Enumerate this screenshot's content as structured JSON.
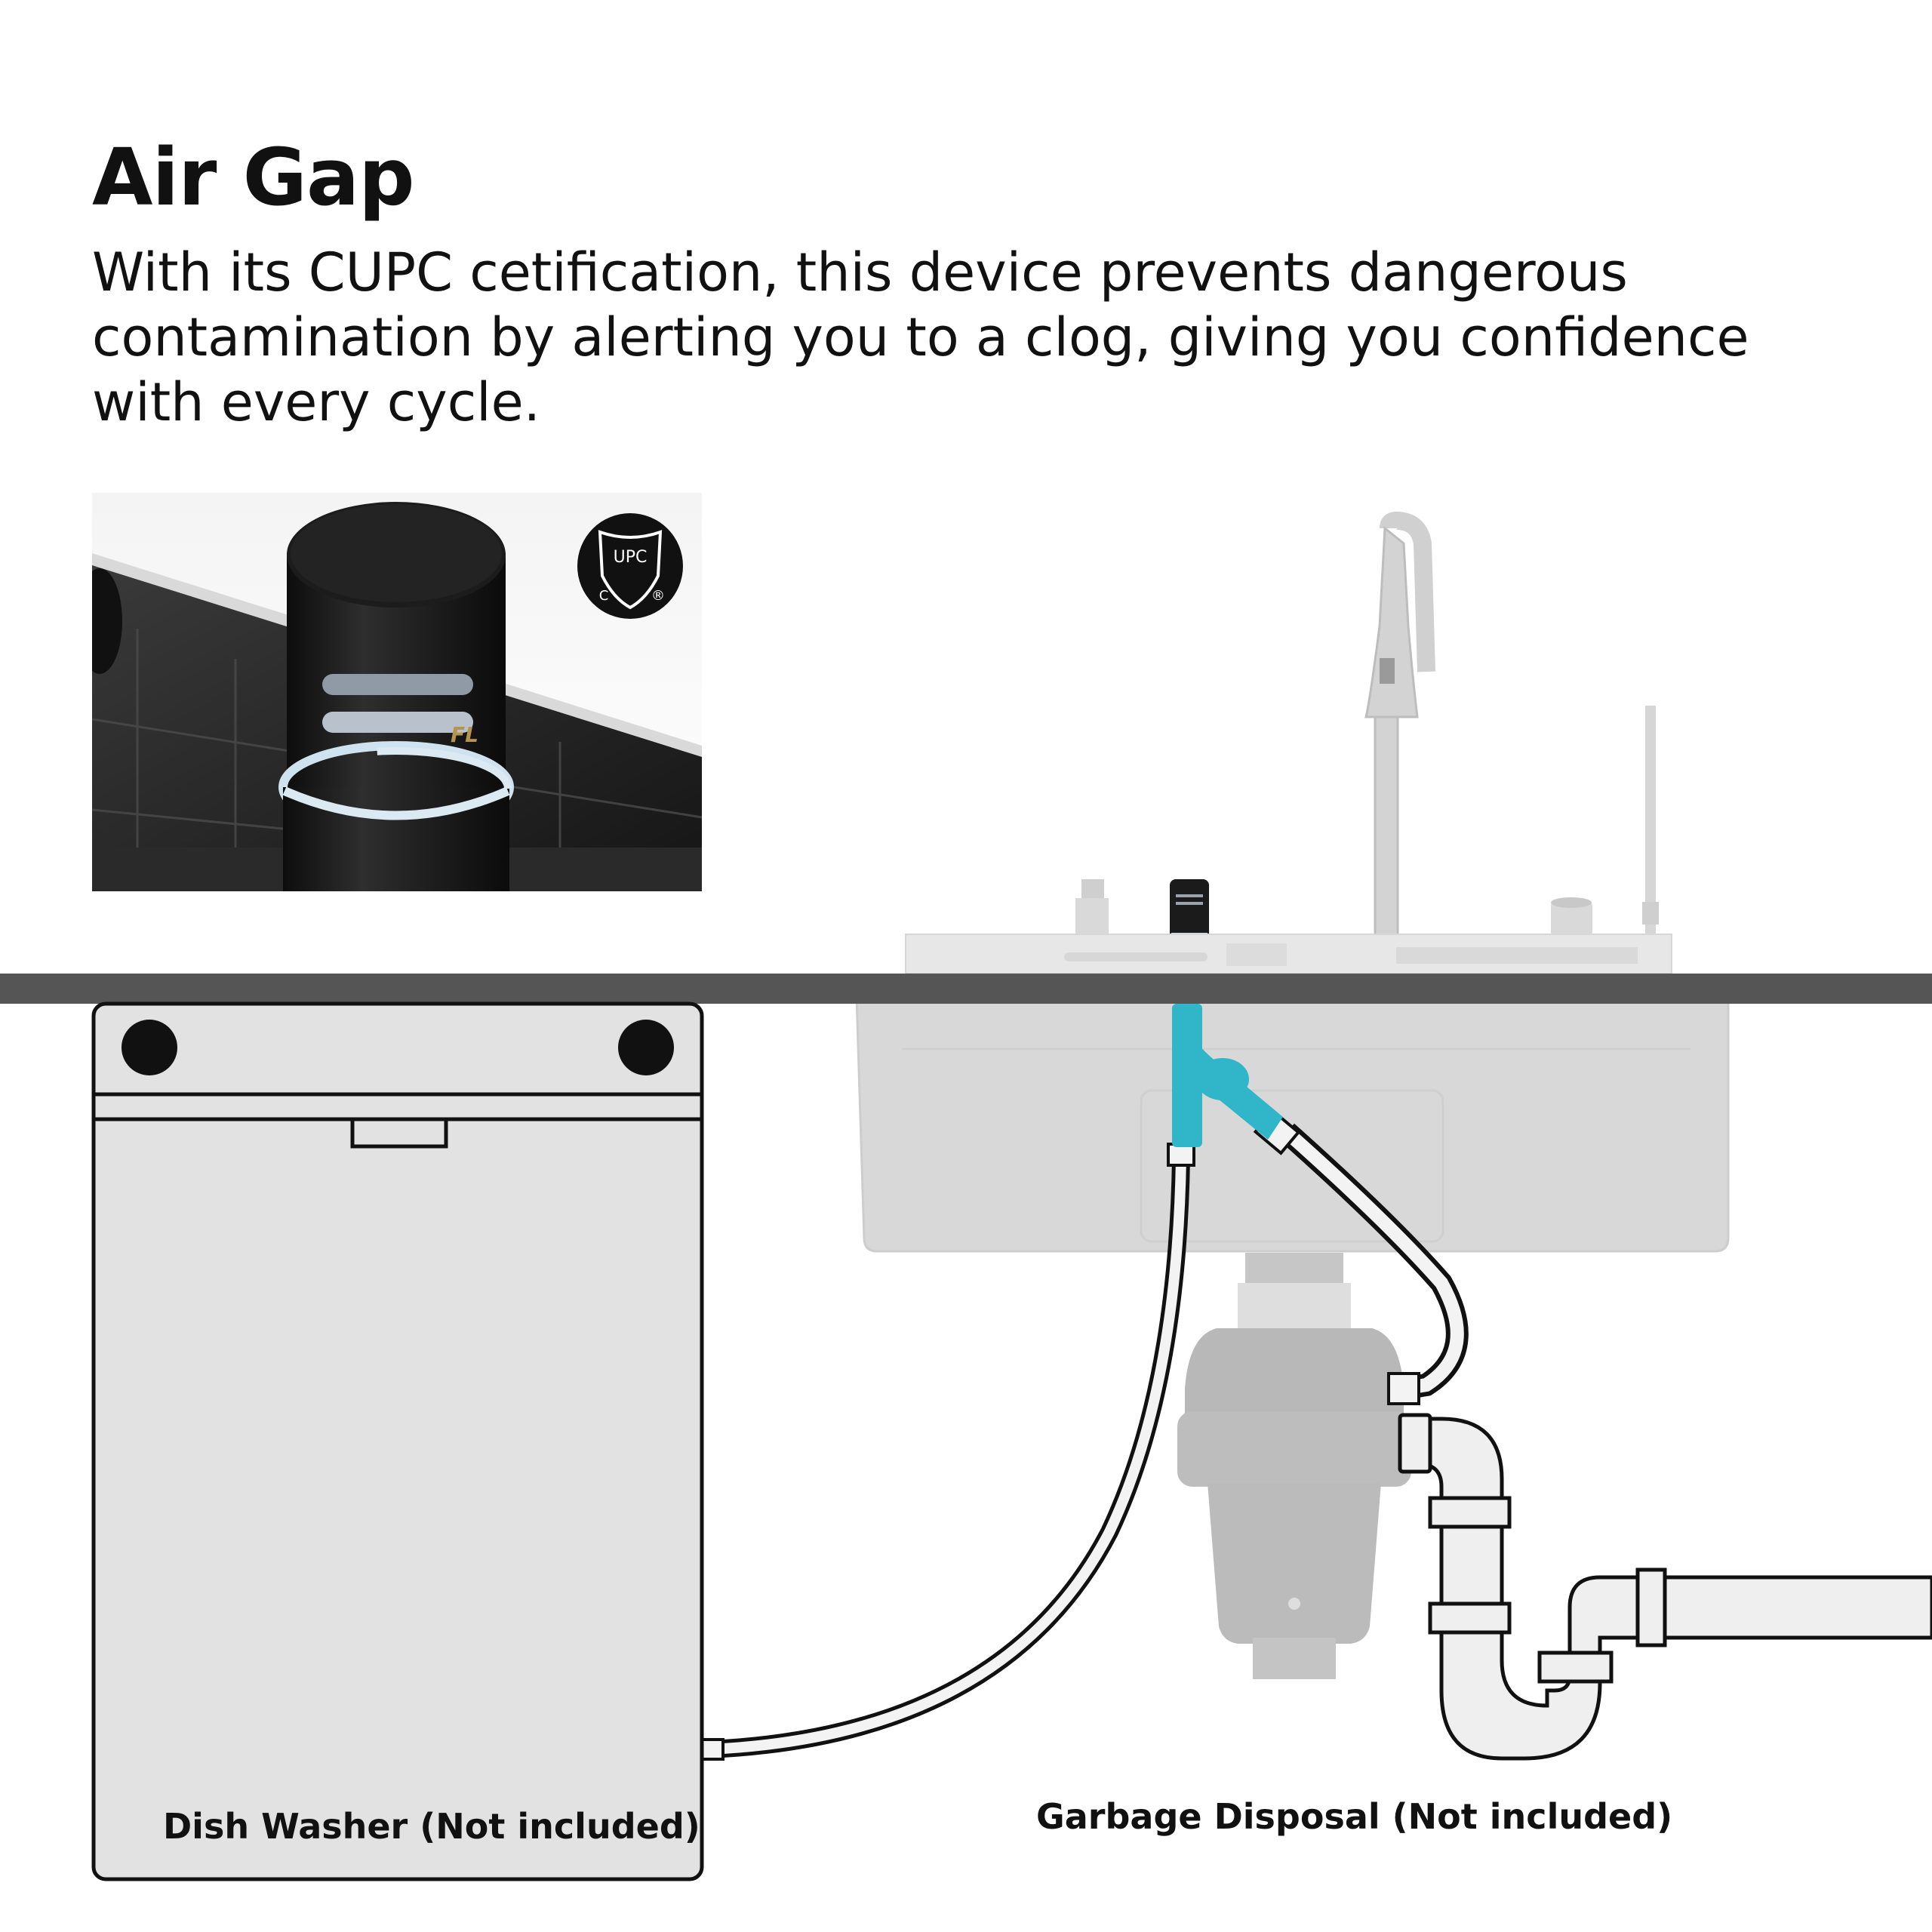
{
  "header": {
    "title": "Air Gap",
    "subtitle_lines": [
      "With its CUPC cetification, this device prevents dangerous",
      "contamination by alerting you to a clog, giving you confidence",
      "with every cycle."
    ]
  },
  "inset": {
    "device_mark": "FL",
    "badge": {
      "top": "UPC",
      "left": "C",
      "right": "®"
    }
  },
  "labels": {
    "dishwasher": "Dish Washer (Not included)",
    "disposal": "Garbage Disposal (Not included)"
  },
  "colors": {
    "hose_accent": "#30b6c8",
    "countertop": "#555555",
    "appliance_fill": "#e2e2e2",
    "device_black": "#1b1b1b"
  }
}
